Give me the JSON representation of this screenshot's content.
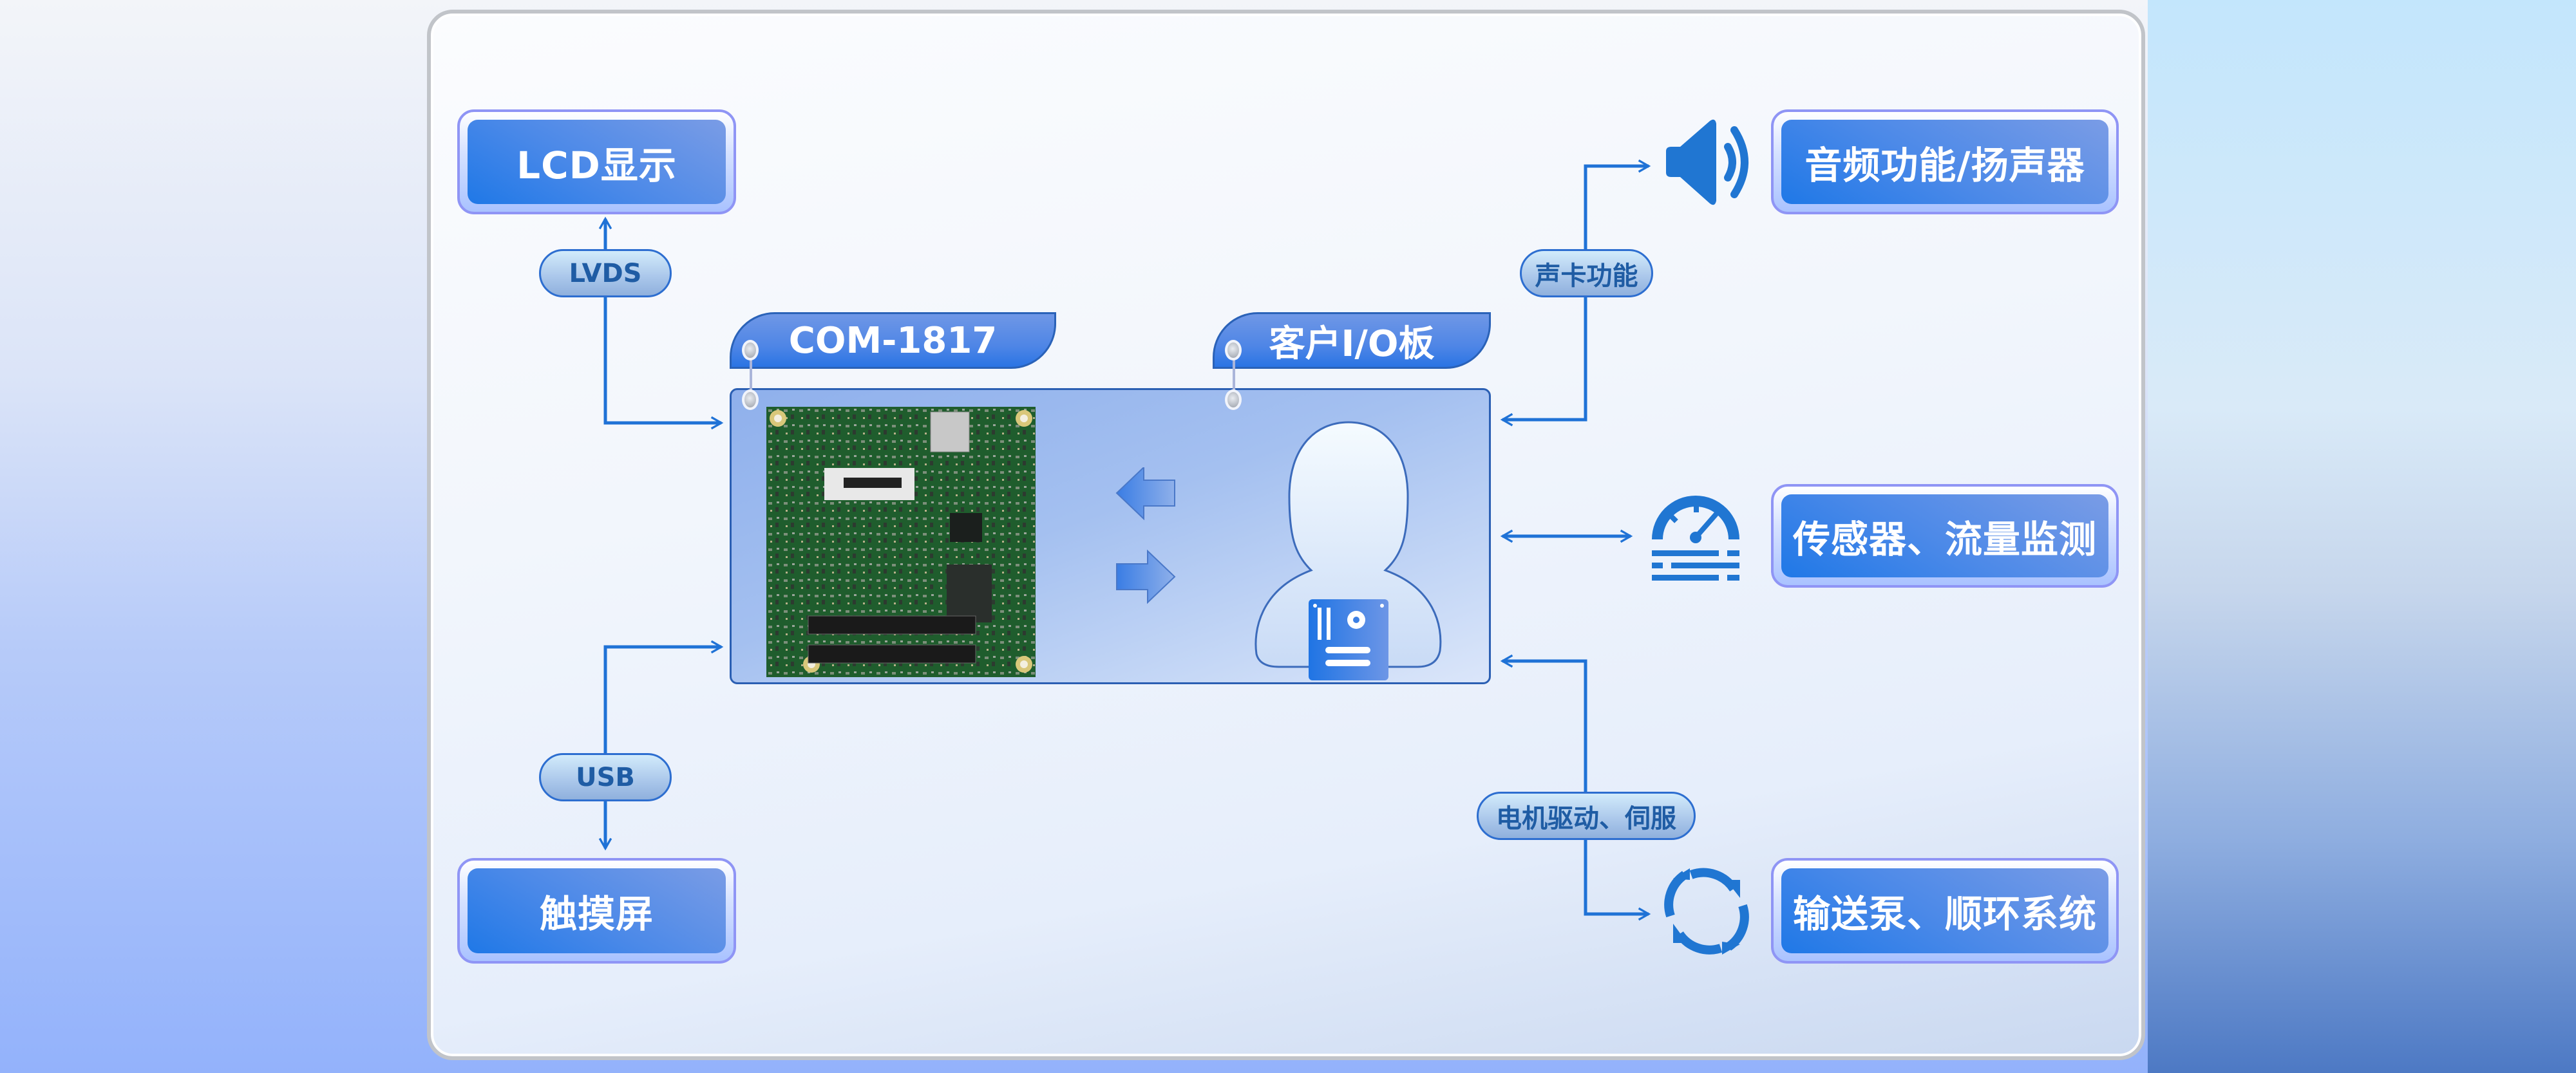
{
  "diagram": {
    "title": "COM-1817 接口示意",
    "colors": {
      "accent": "#1f78e7",
      "line": "#1f72d6",
      "pill_text": "#1f5ca4",
      "icon": "#2076d2"
    },
    "left": {
      "lcd_box": "LCD显示",
      "lvds_pill": "LVDS",
      "usb_pill": "USB",
      "touch_box": "触摸屏"
    },
    "center": {
      "com_tab": "COM-1817",
      "io_tab": "客户I/O板",
      "board_image": "COM-1817 module photo",
      "arrow_to_module": "arrow-left",
      "arrow_to_io": "arrow-right",
      "person_icon": "user-with-board"
    },
    "right": {
      "sound_pill": "声卡功能",
      "audio_box": "音频功能/扬声器",
      "audio_icon": "speaker-icon",
      "sensor_box": "传感器、流量监测",
      "sensor_icon": "gauge-icon",
      "motor_pill": "电机驱动、伺服",
      "pump_box": "输送泵、顺环系统",
      "pump_icon": "cycle-arrows-icon"
    }
  }
}
